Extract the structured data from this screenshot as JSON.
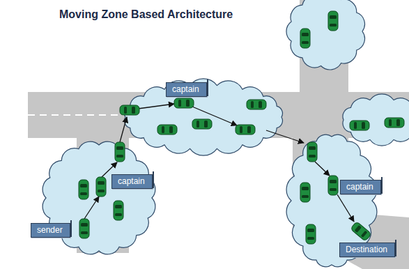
{
  "diagram": {
    "title": "Moving Zone Based Architecture",
    "nodes": [
      {
        "text": [
          "captain"
        ]
      },
      {
        "text": [
          "captain"
        ]
      },
      {
        "text": [
          "captain"
        ]
      },
      {
        "text": [
          "sender"
        ]
      },
      {
        "text": [
          "Destination"
        ]
      }
    ]
  }
}
